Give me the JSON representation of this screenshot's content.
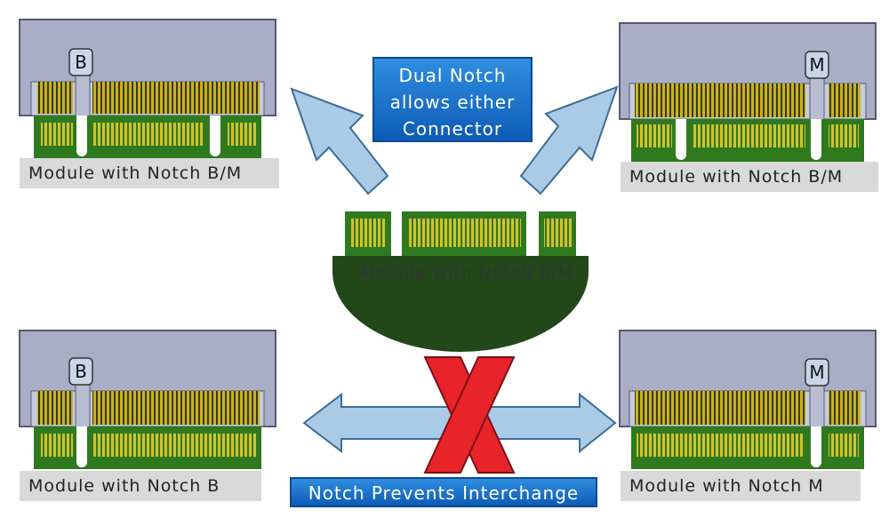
{
  "modules": {
    "top_left": {
      "caption": "Module with Notch B/M",
      "key_label": "B"
    },
    "top_right": {
      "caption": "Module with Notch B/M",
      "key_label": "M"
    },
    "bottom_left": {
      "caption": "Module with Notch B",
      "key_label": "B"
    },
    "bottom_right": {
      "caption": "Module with Notch M",
      "key_label": "M"
    }
  },
  "center_module": {
    "label": "Module with Notch B/M"
  },
  "callouts": {
    "dual_notch": [
      "Dual Notch",
      "allows either",
      "Connector"
    ],
    "prevents": "Notch Prevents Interchange"
  },
  "colors": {
    "connector_body": "#a9aec6",
    "connector_outline": "#555a70",
    "pcb_green": "#2f7a1f",
    "pad_gold": "#c9b21e",
    "center_dark": "#22481a",
    "arrow_fill": "#a9cbe6",
    "cross_red": "#e8232a"
  }
}
